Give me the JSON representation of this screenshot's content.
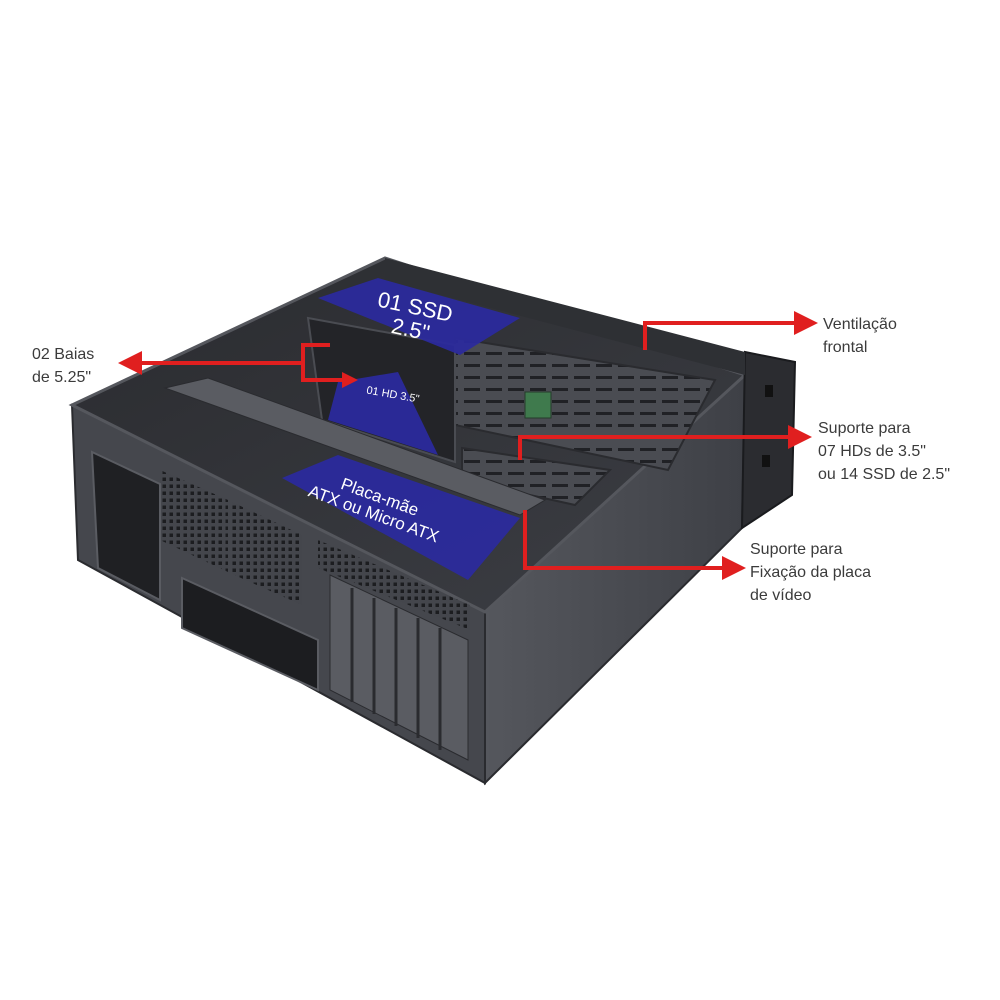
{
  "callouts": {
    "bays": {
      "lines": [
        "02 Baias",
        "de 5.25\""
      ]
    },
    "front_vent": {
      "lines": [
        "Ventilação",
        "frontal"
      ]
    },
    "hd_support": {
      "lines": [
        "Suporte para",
        "07 HDs de 3.5\"",
        "ou 14 SSD de 2.5\""
      ]
    },
    "gpu_support": {
      "lines": [
        "Suporte para",
        "Fixação da placa",
        "de vídeo"
      ]
    }
  },
  "overlays": {
    "ssd": {
      "lines": [
        "01 SSD",
        "2.5\""
      ]
    },
    "hd": {
      "line": "01 HD 3.5\""
    },
    "motherboard": {
      "lines": [
        "Placa-mãe",
        "ATX ou Micro ATX"
      ]
    }
  },
  "colors": {
    "callout_red": "#e01f1f",
    "overlay_blue": "#2b2a9c",
    "chassis_dark": "#3a3c42",
    "chassis_mid": "#4a4c52",
    "text_gray": "#3b3b3b"
  }
}
